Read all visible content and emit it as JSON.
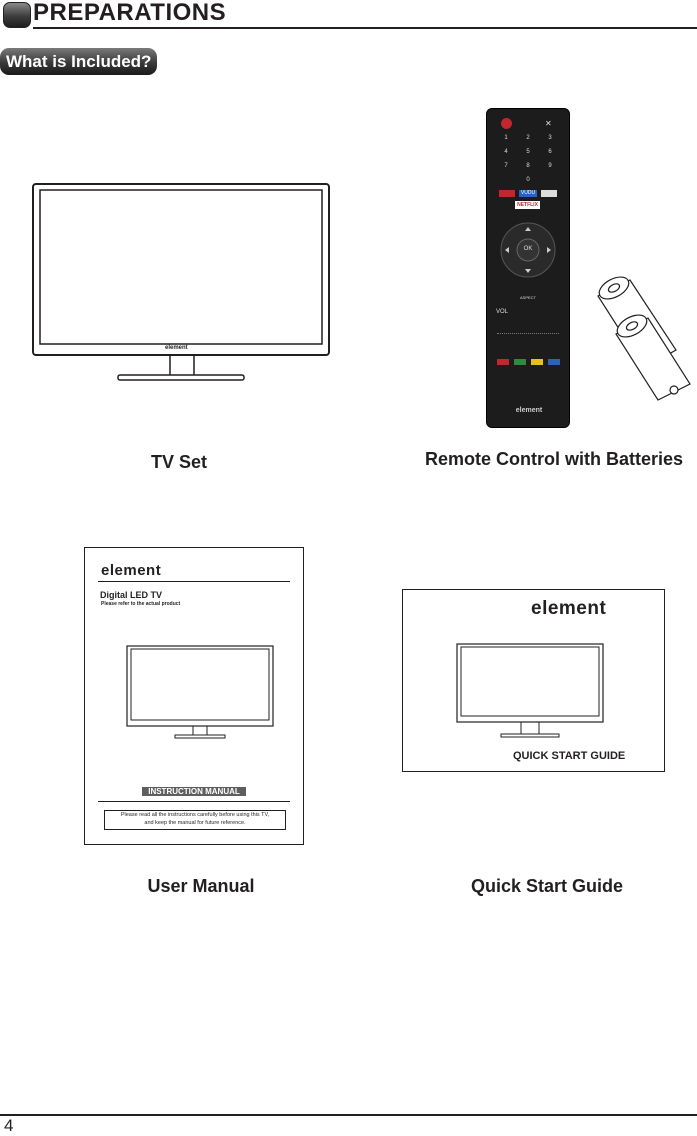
{
  "header": {
    "title": "PREPARATIONS"
  },
  "section": {
    "label": "What is Included?"
  },
  "items": {
    "tv": {
      "caption": "TV Set",
      "brand": "element"
    },
    "remote": {
      "caption": "Remote Control with Batteries",
      "ok_label": "OK",
      "netflix_label": "NETFLIX",
      "vudu_label": "VUDU",
      "aspect_label": "ASPECT",
      "vol_label": "VOL",
      "brand": "element",
      "digits": [
        "1",
        "2",
        "3",
        "4",
        "5",
        "6",
        "7",
        "8",
        "9",
        "0"
      ]
    },
    "manual": {
      "caption": "User Manual",
      "brand": "element",
      "product_title": "Digital LED TV",
      "product_subtitle": "Please refer to the actual product",
      "cover_label": "INSTRUCTION MANUAL",
      "notice_line1": "Please read all the instructions carefully before using this TV,",
      "notice_line2": "and keep the manual for future reference."
    },
    "quick_guide": {
      "caption": "Quick Start Guide",
      "brand": "element",
      "cover_label": "QUICK START GUIDE"
    }
  },
  "footer": {
    "page_number": "4"
  }
}
